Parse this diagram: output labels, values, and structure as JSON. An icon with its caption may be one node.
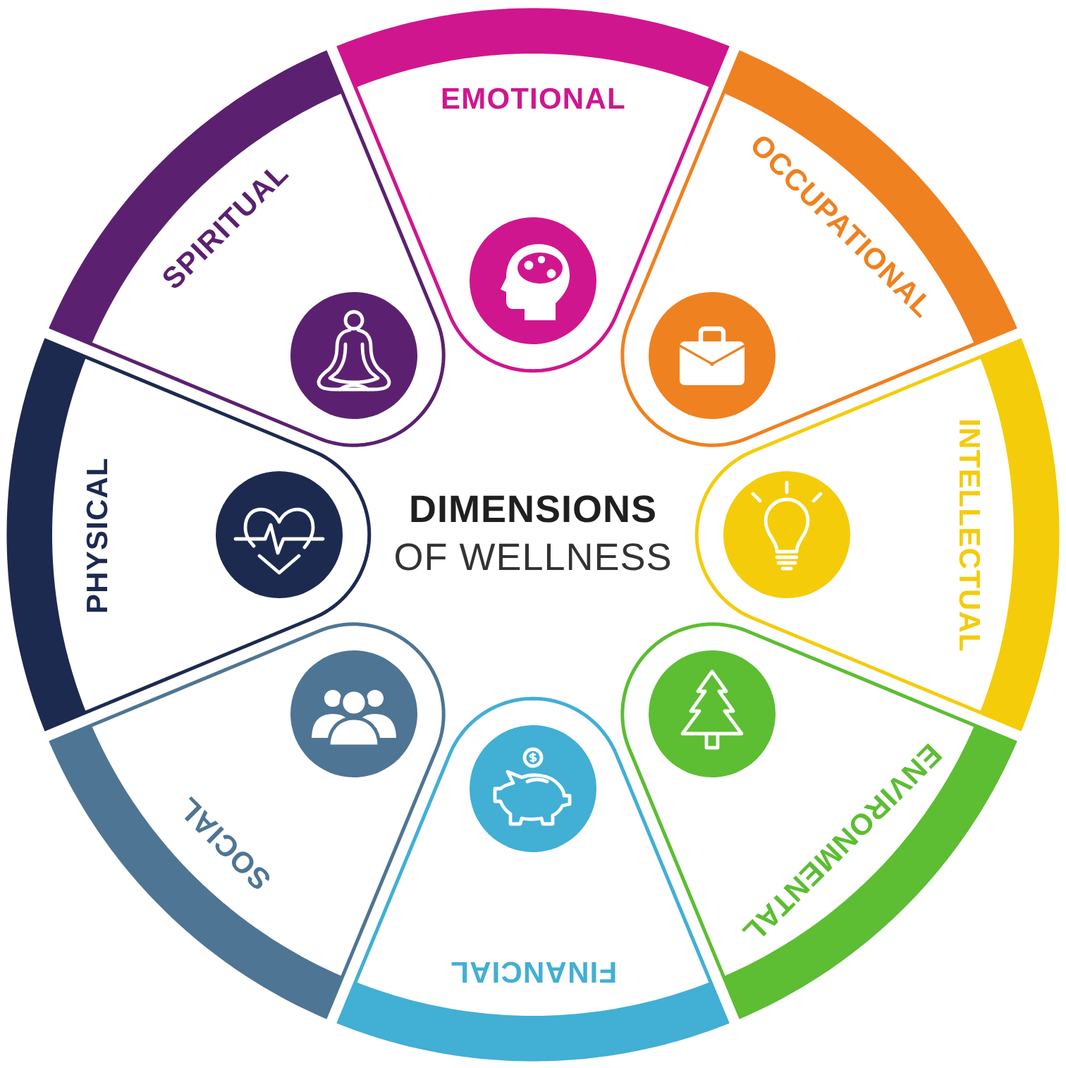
{
  "diagram": {
    "title": "**DIMENSIONS** OF WELLNESS",
    "nodes": [
      {
        "text": [
          "EMOTIONAL"
        ]
      },
      {
        "text": [
          "OCCUPATIONAL"
        ]
      },
      {
        "text": [
          "INTELLECTUAL"
        ]
      },
      {
        "text": [
          "ENVIRONMENTAL"
        ]
      },
      {
        "text": [
          "FINANCIAL"
        ]
      },
      {
        "text": [
          "SOCIAL"
        ]
      },
      {
        "text": [
          "PHYSICAL"
        ]
      },
      {
        "text": [
          "SPIRITUAL"
        ]
      }
    ]
  }
}
